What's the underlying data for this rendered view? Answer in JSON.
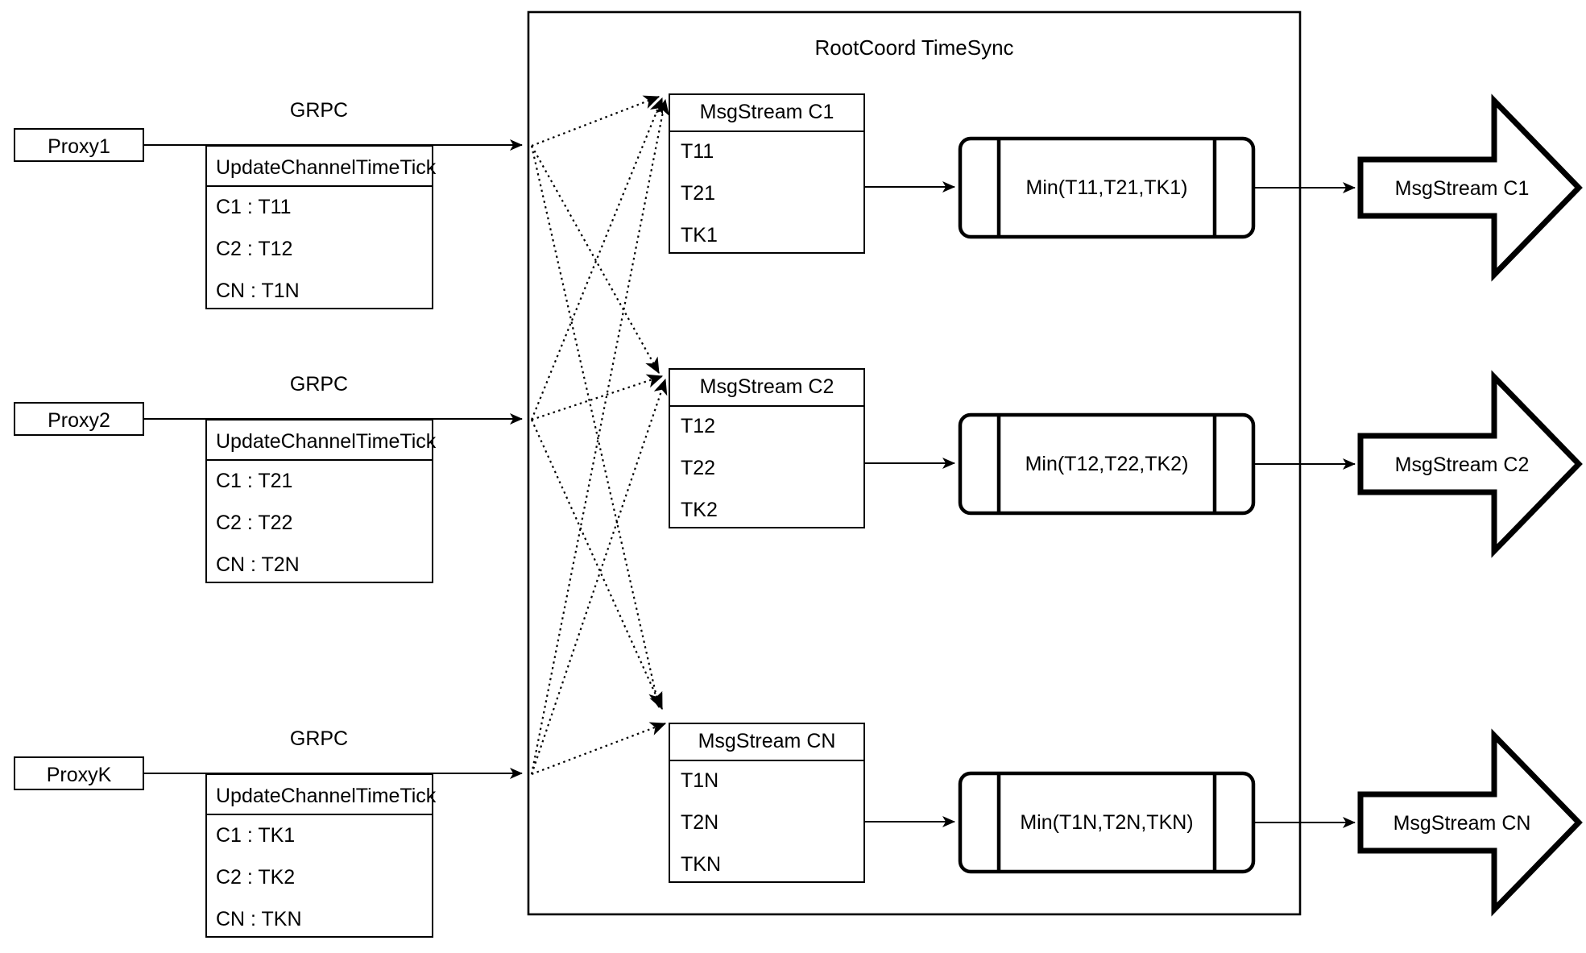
{
  "diagram": {
    "title": "RootCoord TimeSync",
    "container_label": "RootCoord TimeSync"
  },
  "colors": {
    "stroke": "#000000",
    "background": "#ffffff",
    "text": "#000000"
  },
  "proxies": [
    {
      "name": "Proxy1",
      "link_label": "GRPC",
      "message": {
        "header": "UpdateChannelTimeTick",
        "rows": [
          "C1 :  T11",
          "C2 :  T12",
          "CN : T1N"
        ]
      }
    },
    {
      "name": "Proxy2",
      "link_label": "GRPC",
      "message": {
        "header": "UpdateChannelTimeTick",
        "rows": [
          "C1 :  T21",
          "C2 :  T22",
          "CN : T2N"
        ]
      }
    },
    {
      "name": "ProxyK",
      "link_label": "GRPC",
      "message": {
        "header": "UpdateChannelTimeTick",
        "rows": [
          "C1 :  TK1",
          "C2 :  TK2",
          "CN : TKN"
        ]
      }
    }
  ],
  "channels": [
    {
      "stream_header": "MsgStream C1",
      "ticks": [
        "T11",
        "T21",
        "TK1"
      ],
      "min_label": "Min(T11,T21,TK1)",
      "output_label": "MsgStream C1"
    },
    {
      "stream_header": "MsgStream C2",
      "ticks": [
        "T12",
        "T22",
        "TK2"
      ],
      "min_label": "Min(T12,T22,TK2)",
      "output_label": "MsgStream C2"
    },
    {
      "stream_header": "MsgStream CN",
      "ticks": [
        "T1N",
        "T2N",
        "TKN"
      ],
      "min_label": "Min(T1N,T2N,TKN)",
      "output_label": "MsgStream CN"
    }
  ]
}
